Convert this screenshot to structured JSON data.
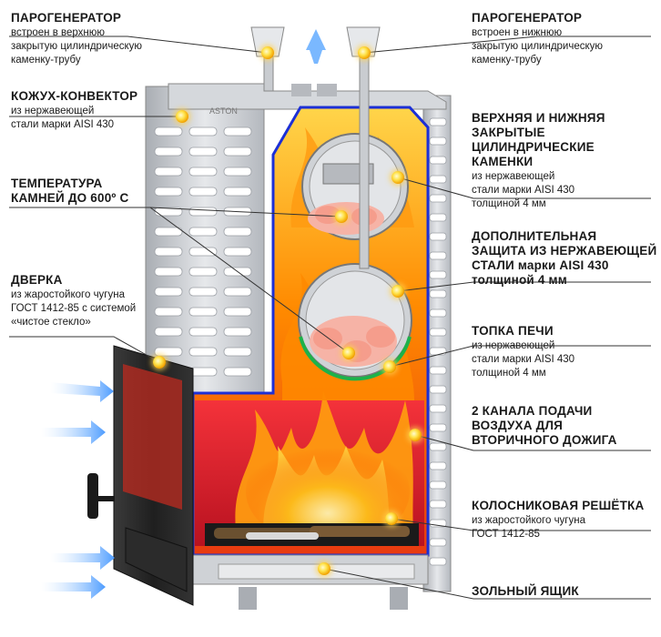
{
  "labels": {
    "steam_top": {
      "title": "ПАРОГЕНЕРАТОР",
      "desc": [
        "встроен в верхнюю",
        "закрытую цилиндрическую",
        "каменку-трубу"
      ]
    },
    "steam_bottom": {
      "title": "ПАРОГЕНЕРАТОР",
      "desc": [
        "встроен в нижнюю",
        "закрытую цилиндрическую",
        "каменку-трубу"
      ]
    },
    "casing": {
      "title": "КОЖУХ-КОНВЕКТОР",
      "desc": [
        "из нержавеющей",
        "стали марки AISI 430"
      ]
    },
    "stones_temp": {
      "title": [
        "ТЕМПЕРАТУРА",
        "КАМНЕЙ ДО 600º С"
      ],
      "desc": []
    },
    "door": {
      "title": "ДВЕРКА",
      "desc": [
        "из жаростойкого чугуна",
        "ГОСТ 1412-85 с системой",
        "«чистое стекло»"
      ]
    },
    "heaters": {
      "title": [
        "ВЕРХНЯЯ И НИЖНЯЯ",
        "ЗАКРЫТЫЕ",
        "ЦИЛИНДРИЧЕСКИЕ",
        "КАМЕНКИ"
      ],
      "desc": [
        "из нержавеющей",
        "стали марки AISI 430",
        "толщиной 4 мм"
      ]
    },
    "protection": {
      "title": [
        "ДОПОЛНИТЕЛЬНАЯ",
        "ЗАЩИТА ИЗ НЕРЖАВЕЮЩЕЙ",
        "СТАЛИ марки AISI 430",
        "толщиной 4 мм"
      ],
      "desc": []
    },
    "firebox": {
      "title": "ТОПКА ПЕЧИ",
      "desc": [
        "из нержавеющей",
        "стали марки AISI 430",
        "толщиной 4 мм"
      ]
    },
    "channels": {
      "title": [
        "2 КАНАЛА ПОДАЧИ",
        "ВОЗДУХА ДЛЯ",
        "ВТОРИЧНОГО ДОЖИГА"
      ],
      "desc": []
    },
    "grate": {
      "title": "КОЛОСНИКОВАЯ РЕШЁТКА",
      "desc": [
        "из жаростойкого чугуна",
        "ГОСТ 1412-85"
      ]
    },
    "ashbox": {
      "title": "ЗОЛЬНЫЙ ЯЩИК",
      "desc": []
    }
  },
  "brand": "ASTON",
  "colors": {
    "steel": "#c9ccd0",
    "flame": "#ff7a00",
    "firebox": "#e3242b",
    "inner_border": "#1c2fd6",
    "cast_iron": "#2a2a2a",
    "air_arrow": "#6fb4ff",
    "dot": "#ffd23a"
  }
}
